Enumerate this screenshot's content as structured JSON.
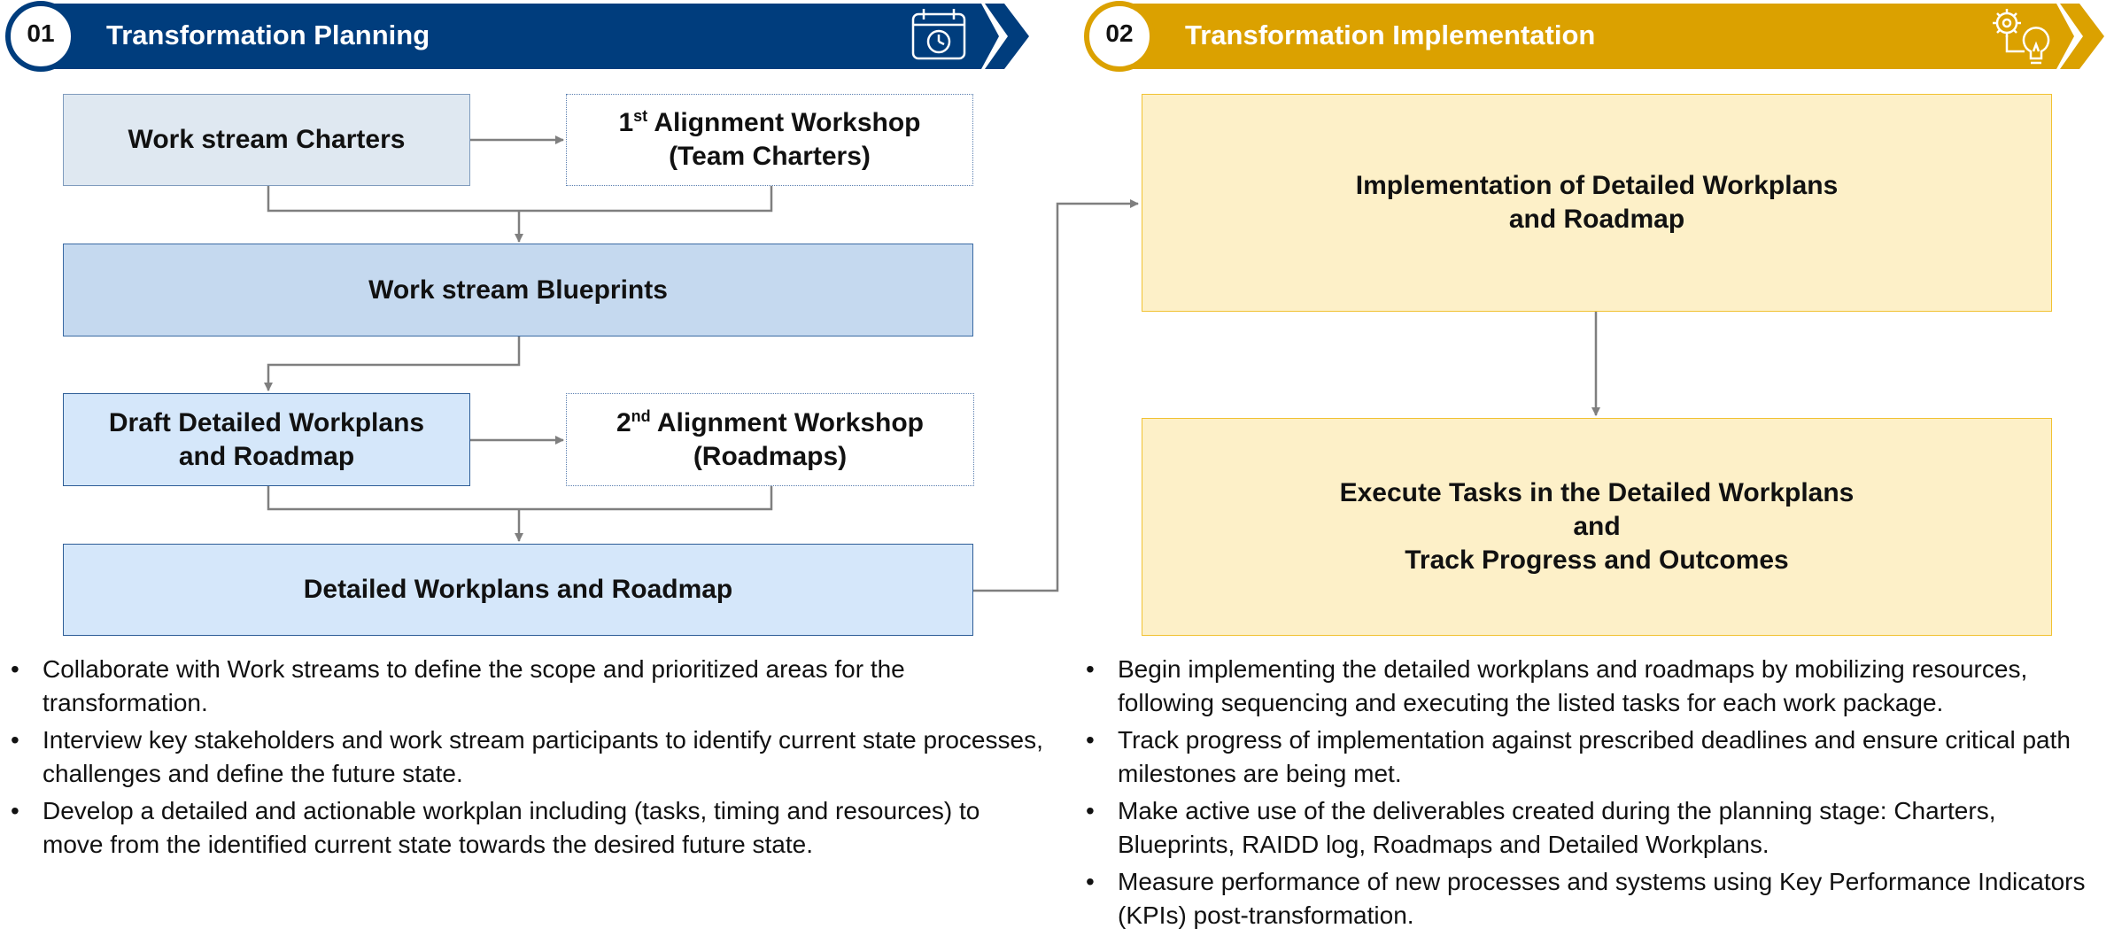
{
  "planning": {
    "number": "01",
    "title": "Transformation Planning",
    "icon": "calendar-clock-icon",
    "color": "#003d7d",
    "boxes": {
      "charters": "Work stream Charters",
      "workshop1_pre": "1",
      "workshop1_sup": "st",
      "workshop1_line1": " Alignment Workshop",
      "workshop1_line2": "(Team Charters)",
      "blueprints": "Work stream Blueprints",
      "draft_line1": "Draft Detailed Workplans",
      "draft_line2": "and Roadmap",
      "workshop2_pre": "2",
      "workshop2_sup": "nd",
      "workshop2_line1": " Alignment Workshop",
      "workshop2_line2": "(Roadmaps)",
      "detailed": "Detailed Workplans and Roadmap"
    },
    "bullets": [
      "Collaborate with Work streams to define the scope and prioritized areas for the transformation.",
      "Interview key stakeholders and work stream participants to identify current state processes, challenges and define the future state.",
      "Develop a detailed and actionable workplan including (tasks, timing and resources) to move from the identified current state towards the desired future state."
    ]
  },
  "implementation": {
    "number": "02",
    "title": "Transformation Implementation",
    "icon": "gear-lightbulb-icon",
    "color": "#dba100",
    "boxes": {
      "impl_line1": "Implementation of Detailed Workplans",
      "impl_line2": "and Roadmap",
      "exec_line1": "Execute Tasks in the Detailed Workplans",
      "exec_line2": "and",
      "exec_line3": "Track Progress and Outcomes"
    },
    "bullets": [
      "Begin implementing the detailed workplans and roadmaps by mobilizing resources, following sequencing and executing the listed tasks for each work package.",
      "Track progress of implementation against prescribed deadlines and ensure critical path milestones are being met.",
      "Make active use of the deliverables created during the planning stage: Charters, Blueprints, RAIDD log, Roadmaps and Detailed Workplans.",
      "Measure performance of new processes and systems using Key Performance Indicators (KPIs) post-transformation."
    ]
  }
}
